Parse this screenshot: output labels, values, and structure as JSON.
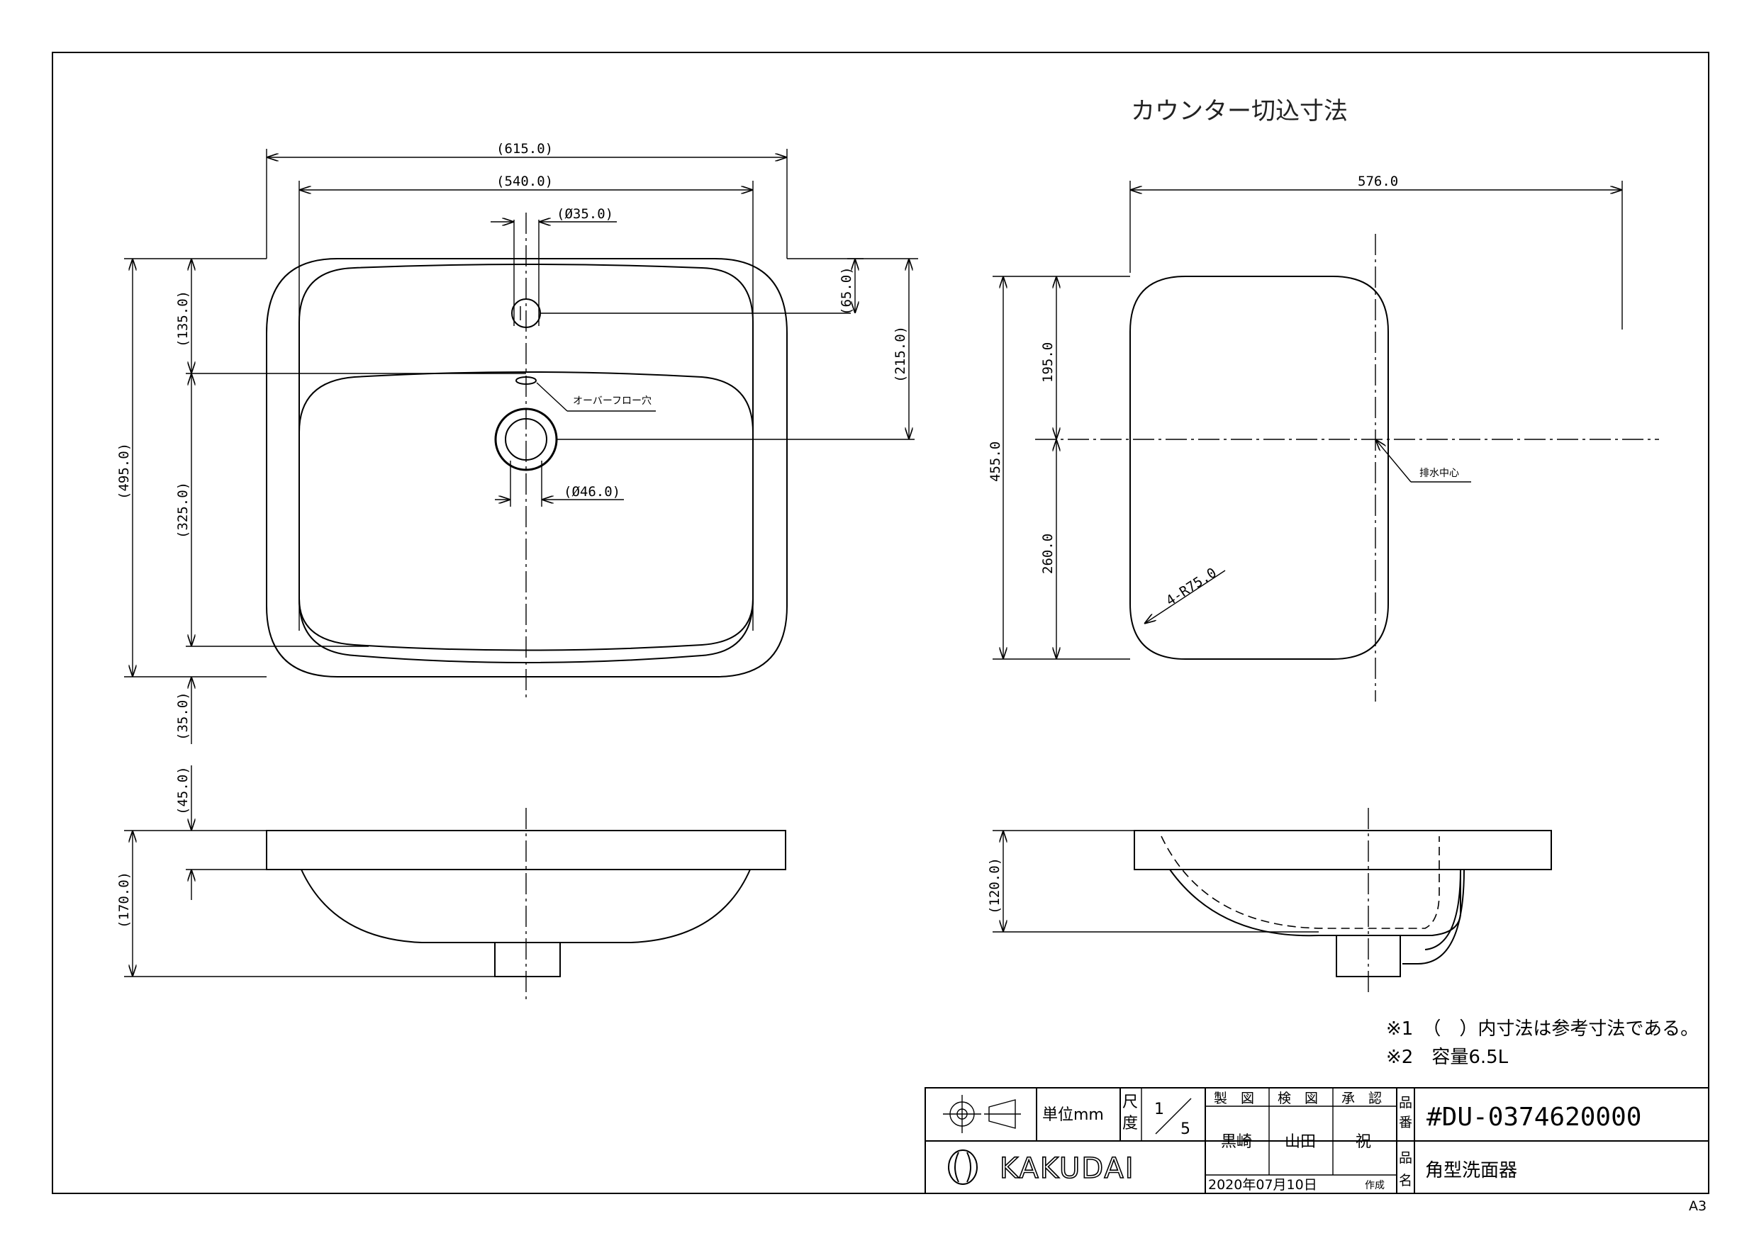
{
  "cutout_title": "カウンター切込寸法",
  "top_view": {
    "dim_width_outer": "(615.0)",
    "dim_width_inner": "(540.0)",
    "dim_faucet_hole": "(Ø35.0)",
    "dim_faucet_offset": "(65.0)",
    "dim_drain_offset": "(215.0)",
    "dim_depth_total": "(495.0)",
    "dim_upper": "(135.0)",
    "dim_lower": "(325.0)",
    "dim_drain": "(Ø46.0)",
    "dim_rim_bottom": "(35.0)",
    "overflow_label": "オーバーフロー穴"
  },
  "cutout_view": {
    "dim_width": "576.0",
    "dim_height": "455.0",
    "dim_upper": "195.0",
    "dim_lower": "260.0",
    "dim_radius": "4-R75.0",
    "drain_center_label": "排水中心"
  },
  "side_view": {
    "dim_rim": "(45.0)",
    "dim_height": "(170.0)"
  },
  "section_view": {
    "dim_height": "(120.0)"
  },
  "notes": [
    "※1　（　）内寸法は参考寸法である。",
    "※2　容量6.5L"
  ],
  "title_block": {
    "unit_label": "単位mm",
    "scale_label_1": "尺",
    "scale_label_2": "度",
    "scale_num": "1",
    "scale_den": "5",
    "made_label": "製　図",
    "check_label": "検　図",
    "approve_label": "承　認",
    "made_name": "黒崎",
    "check_name": "山田",
    "approve_name": "祝",
    "part_no_label_1": "品",
    "part_no_label_2": "番",
    "part_name_label_1": "品",
    "part_name_label_2": "名",
    "part_number": "#DU-0374620000",
    "part_name": "角型洗面器",
    "date": "2020年07月10日",
    "created_label": "作成",
    "company": "KAKUDAI"
  },
  "sheet_size": "A3"
}
